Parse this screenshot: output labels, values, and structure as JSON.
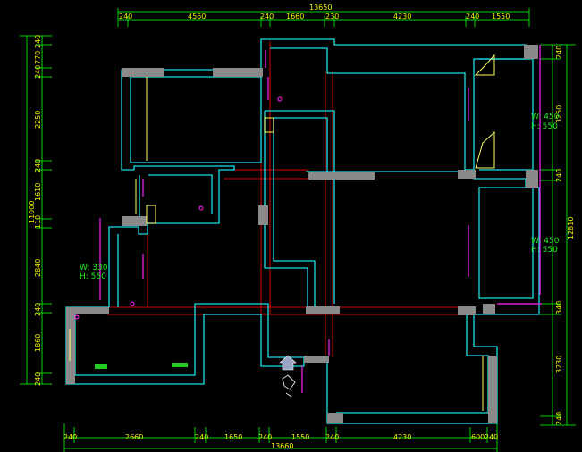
{
  "top_dims": {
    "total": "13650",
    "segments": [
      "240",
      "4560",
      "240",
      "1660",
      "230",
      "4230",
      "240",
      "1550"
    ]
  },
  "bottom_dims": {
    "total": "13660",
    "segments": [
      "240",
      "2660",
      "240",
      "1650",
      "240",
      "1550",
      "240",
      "4230",
      "600",
      "240"
    ]
  },
  "left_dims": {
    "total": "11000",
    "segments": [
      "240",
      "770",
      "240",
      "2250",
      "240",
      "1610",
      "110",
      "2840",
      "240",
      "1860",
      "240"
    ]
  },
  "right_dims": {
    "total": "12810",
    "segments": [
      "240",
      "3250",
      "240",
      "340",
      "3230",
      "240"
    ]
  },
  "annotations": {
    "outlet_left_w": "W: 330",
    "outlet_left_h": "H: 550",
    "outlet_right_top_w": "W: 450",
    "outlet_right_top_h": "H: 550",
    "outlet_right_mid_w": "W: 450",
    "outlet_right_mid_h": "H: 550"
  },
  "colors": {
    "background": "#000000",
    "walls": "#18e0e8",
    "dimension_lines": "#00d400",
    "dimension_text": "#f2f200",
    "axis_lines": "#d80000",
    "doors": "#ff22ff",
    "solid_walls": "#8a8a8a",
    "labels": "#22ee22"
  }
}
